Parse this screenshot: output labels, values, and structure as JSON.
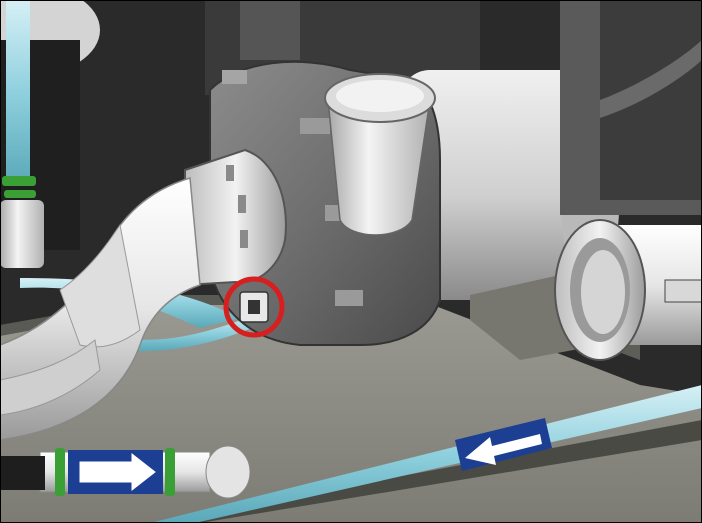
{
  "illustration": {
    "kind": "technical-3d-rendering",
    "subject_icons": [
      "pump-icon",
      "elbow-pipe-icon",
      "union-nut-icon",
      "hose-icon",
      "flow-arrow-icon",
      "highlight-circle-icon",
      "hose-clamp-icon"
    ],
    "flow_arrows": [
      {
        "direction": "right"
      },
      {
        "direction": "left"
      }
    ],
    "colors": {
      "highlight_circle": "#d62020",
      "flow_arrow_band": "#1c3f93",
      "flow_arrow_fill": "#ffffff",
      "hose": "#7ec8d6",
      "hose_clamp": "#3aa035",
      "background_dark": "#2b2b2b",
      "floor": "#8a8a82",
      "pump_body": "#c9c9c9",
      "pipe_white": "#eeeeee"
    }
  }
}
